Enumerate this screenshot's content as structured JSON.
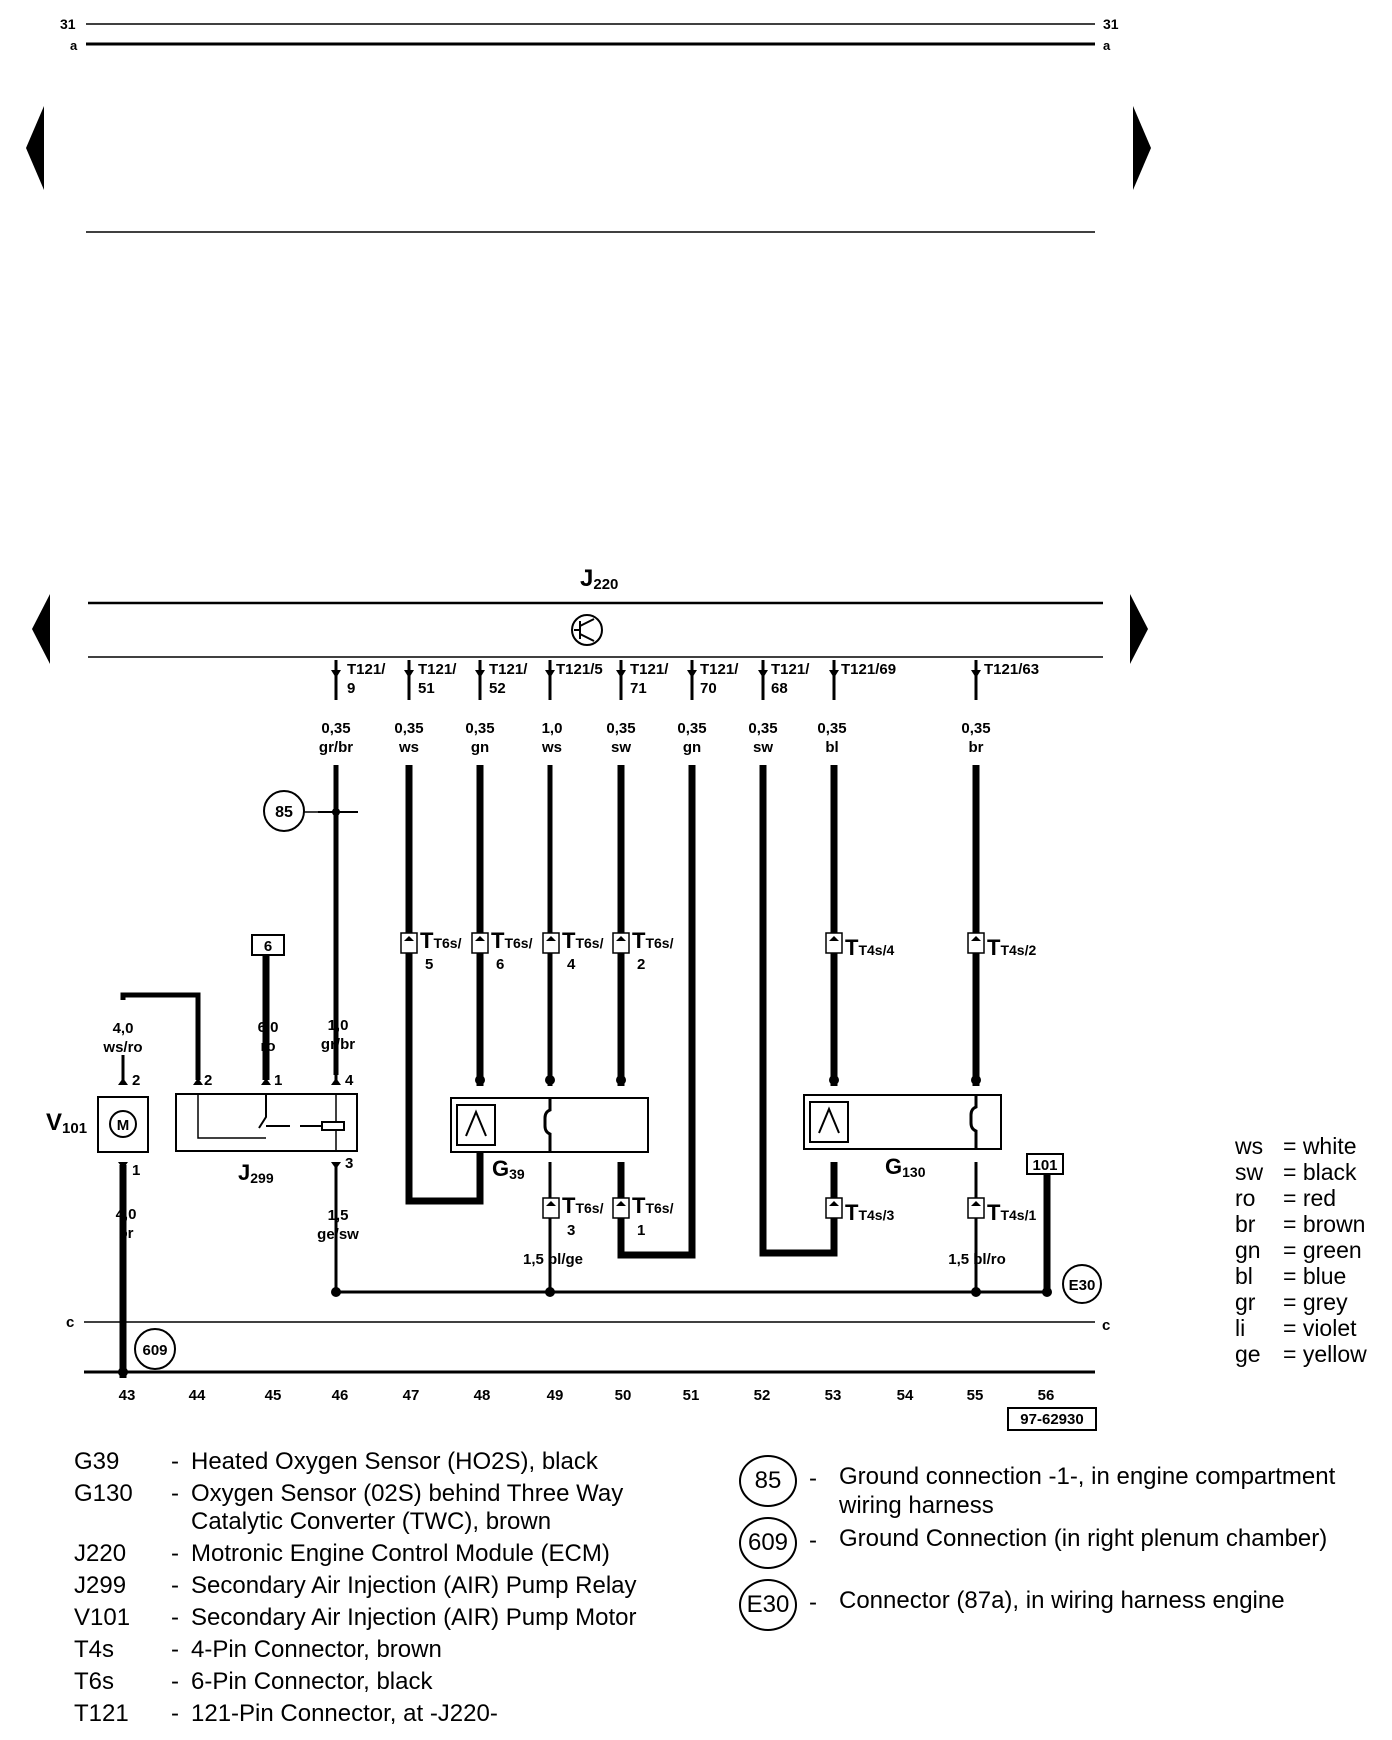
{
  "top_bus": {
    "left_top": "31",
    "left_bottom": "a",
    "right_top": "31",
    "right_bottom": "a"
  },
  "ecm": {
    "label": "J",
    "sub": "220"
  },
  "pins": [
    {
      "l1": "T121/",
      "l2": "9"
    },
    {
      "l1": "T121/",
      "l2": "51"
    },
    {
      "l1": "T121/",
      "l2": "52"
    },
    {
      "l1": "T121/5",
      "l2": ""
    },
    {
      "l1": "T121/",
      "l2": "71"
    },
    {
      "l1": "T121/",
      "l2": "70"
    },
    {
      "l1": "T121/",
      "l2": "68"
    },
    {
      "l1": "T121/69",
      "l2": ""
    },
    {
      "l1": "T121/63",
      "l2": ""
    }
  ],
  "wires_top": [
    {
      "size": "0,35",
      "color": "gr/br"
    },
    {
      "size": "0,35",
      "color": "ws"
    },
    {
      "size": "0,35",
      "color": "gn"
    },
    {
      "size": "1,0",
      "color": "ws"
    },
    {
      "size": "0,35",
      "color": "sw"
    },
    {
      "size": "0,35",
      "color": "gn"
    },
    {
      "size": "0,35",
      "color": "sw"
    },
    {
      "size": "0,35",
      "color": "bl"
    },
    {
      "size": "0,35",
      "color": "br"
    }
  ],
  "connectors": [
    {
      "main": "T6s/",
      "sub": "5"
    },
    {
      "main": "T6s/",
      "sub": "6"
    },
    {
      "main": "T6s/",
      "sub": "4"
    },
    {
      "main": "T6s/",
      "sub": "2"
    },
    {
      "main": "T4s/4",
      "sub": ""
    },
    {
      "main": "T4s/2",
      "sub": ""
    },
    {
      "main": "T6s/",
      "sub": "3"
    },
    {
      "main": "T6s/",
      "sub": "1"
    },
    {
      "main": "T4s/3",
      "sub": ""
    },
    {
      "main": "T4s/1",
      "sub": ""
    }
  ],
  "components": {
    "v101": {
      "name": "V",
      "sub": "101",
      "motor": "M"
    },
    "j299": {
      "name": "J",
      "sub": "299"
    },
    "g39": {
      "name": "G",
      "sub": "39"
    },
    "g130": {
      "name": "G",
      "sub": "130"
    }
  },
  "mid_wires": [
    {
      "size": "4,0",
      "color": "ws/ro"
    },
    {
      "size": "6,0",
      "color": "ro"
    },
    {
      "size": "1,0",
      "color": "gr/br"
    },
    {
      "size": "4,0",
      "color": "br"
    },
    {
      "size": "1,5",
      "color": "ge/sw"
    },
    {
      "size": "1,5 bl/ge",
      "color": ""
    },
    {
      "size": "1,5 bl/ro",
      "color": ""
    }
  ],
  "pin_numbers": {
    "v_top": "2",
    "v_bot": "1",
    "j_in2": "2",
    "j_in1": "1",
    "j_in4": "4",
    "j_out3": "3"
  },
  "boxes": {
    "b6": "6",
    "b101": "101"
  },
  "circles": {
    "c85": "85",
    "c609": "609",
    "e30": "E30"
  },
  "bottom_bus": {
    "left": "c",
    "right": "c"
  },
  "track_numbers": [
    "43",
    "44",
    "45",
    "46",
    "47",
    "48",
    "49",
    "50",
    "51",
    "52",
    "53",
    "54",
    "55",
    "56"
  ],
  "figure_id": "97-62930",
  "color_legend": [
    {
      "abbr": "ws",
      "name": "= white"
    },
    {
      "abbr": "sw",
      "name": "= black"
    },
    {
      "abbr": "ro",
      "name": "= red"
    },
    {
      "abbr": "br",
      "name": "= brown"
    },
    {
      "abbr": "gn",
      "name": "= green"
    },
    {
      "abbr": "bl",
      "name": "= blue"
    },
    {
      "abbr": "gr",
      "name": "= grey"
    },
    {
      "abbr": "li",
      "name": "= violet"
    },
    {
      "abbr": "ge",
      "name": "= yellow"
    }
  ],
  "component_legend": [
    {
      "code": "G39",
      "dash": "-",
      "text": "Heated Oxygen Sensor (HO2S), black"
    },
    {
      "code": "G130",
      "dash": "-",
      "text": "Oxygen Sensor (02S) behind Three Way"
    },
    {
      "code": "",
      "dash": "",
      "text": "Catalytic Converter (TWC), brown"
    },
    {
      "code": "J220",
      "dash": "-",
      "text": "Motronic Engine Control Module (ECM)"
    },
    {
      "code": "J299",
      "dash": "-",
      "text": "Secondary Air Injection (AIR) Pump Relay"
    },
    {
      "code": "V101",
      "dash": "-",
      "text": "Secondary Air Injection (AIR) Pump Motor"
    },
    {
      "code": "T4s",
      "dash": "-",
      "text": "4-Pin Connector, brown"
    },
    {
      "code": "T6s",
      "dash": "-",
      "text": "6-Pin Connector, black"
    },
    {
      "code": "T121",
      "dash": "-",
      "text": "121-Pin Connector, at -J220-"
    }
  ],
  "ground_legend": [
    {
      "id": "85",
      "dash": "-",
      "line1": "Ground connection -1-, in engine compartment",
      "line2": "wiring harness"
    },
    {
      "id": "609",
      "dash": "-",
      "line1": "Ground Connection (in right plenum chamber)",
      "line2": ""
    },
    {
      "id": "E30",
      "dash": "-",
      "line1": "Connector (87a), in wiring harness engine",
      "line2": ""
    }
  ]
}
